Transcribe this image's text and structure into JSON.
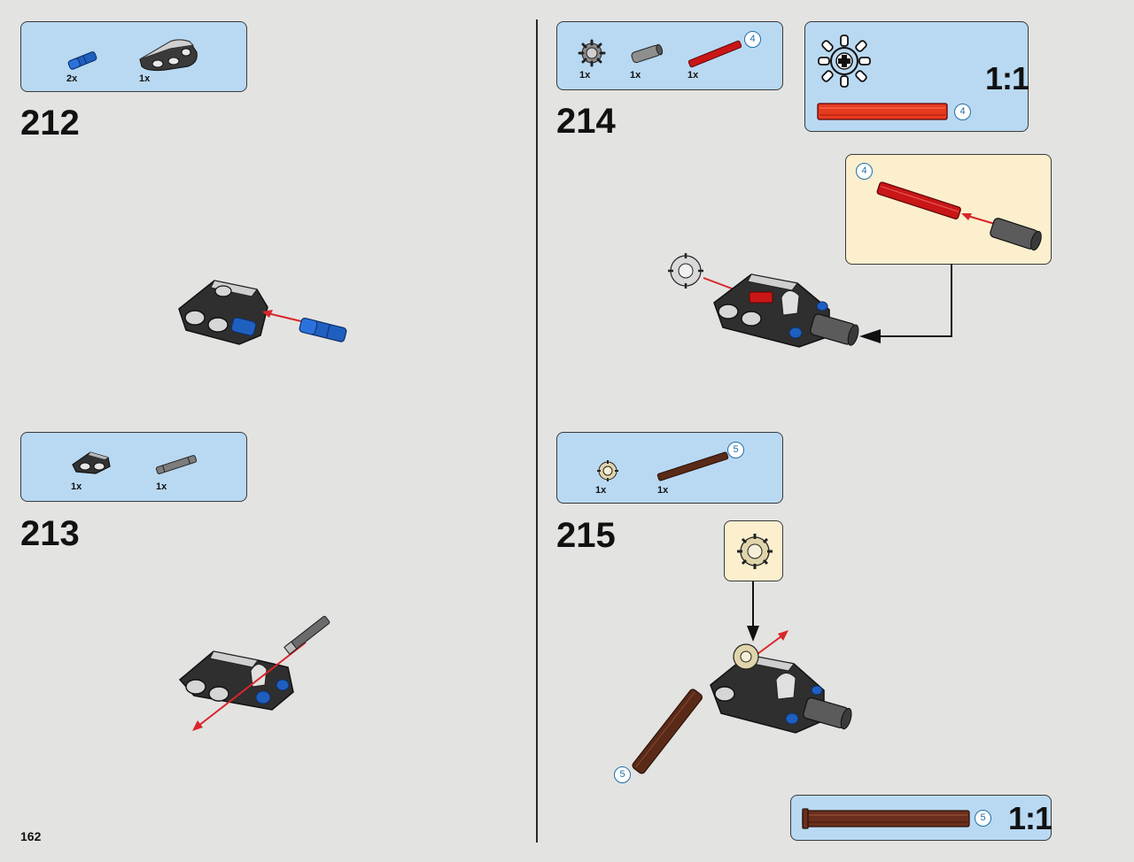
{
  "page": {
    "number": "162"
  },
  "steps": [
    {
      "number": "212",
      "parts": [
        {
          "icon": "blue-pin-icon",
          "qty": "2x"
        },
        {
          "icon": "angled-beam-icon",
          "qty": "1x"
        }
      ]
    },
    {
      "number": "213",
      "parts": [
        {
          "icon": "small-beam-icon",
          "qty": "1x"
        },
        {
          "icon": "grey-axle-icon",
          "qty": "1x"
        }
      ]
    },
    {
      "number": "214",
      "parts": [
        {
          "icon": "gear-icon",
          "qty": "1x"
        },
        {
          "icon": "axle-connector-icon",
          "qty": "1x"
        },
        {
          "icon": "red-axle-icon",
          "qty": "1x",
          "length": "4"
        }
      ],
      "scale_ratio": "1:1",
      "scale_length": "4",
      "subassembly_length": "4"
    },
    {
      "number": "215",
      "parts": [
        {
          "icon": "tan-gear-icon",
          "qty": "1x"
        },
        {
          "icon": "brown-axle-icon",
          "qty": "1x",
          "length": "5"
        }
      ],
      "scale_ratio": "1:1",
      "scale_length": "5",
      "model_length": "5"
    }
  ],
  "colors": {
    "callout_blue": "#b9d9f2",
    "callout_yellow": "#fbefce",
    "background": "#e3e3e1",
    "arrow_red": "#d8262b",
    "red_axle": "#c91616",
    "brown_axle": "#5a2a18",
    "blue_pin": "#1f5fc0"
  }
}
